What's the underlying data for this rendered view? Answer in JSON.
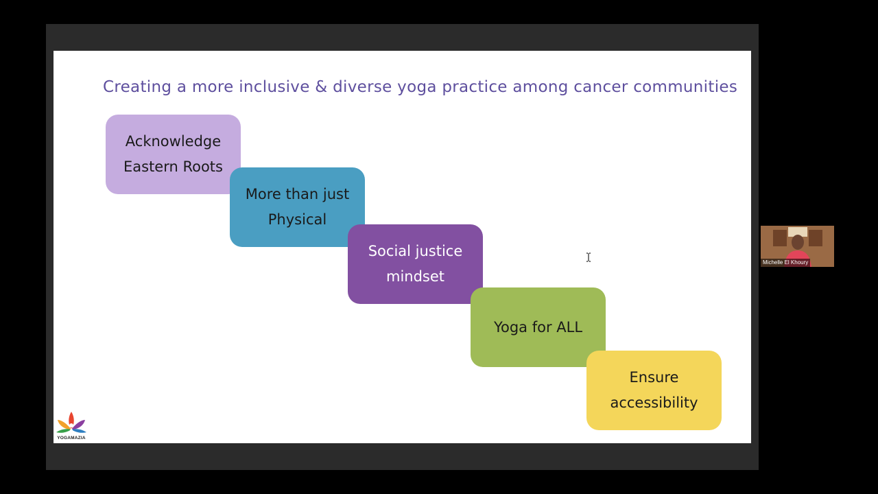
{
  "slide": {
    "title": "Creating a more inclusive & diverse yoga practice among cancer communities",
    "steps": [
      {
        "line1": "Acknowledge",
        "line2": "Eastern Roots",
        "color": "#c5acdf"
      },
      {
        "line1": "More than just",
        "line2": "Physical",
        "color": "#4a9ec2"
      },
      {
        "line1": "Social justice",
        "line2": "mindset",
        "color": "#8250a1"
      },
      {
        "line1": "Yoga for ALL",
        "line2": "",
        "color": "#9fbb57"
      },
      {
        "line1": "Ensure",
        "line2": "accessibility",
        "color": "#f4d65a"
      }
    ],
    "logo_text": "YOGAMAZIA",
    "title_color": "#5e4f9e"
  },
  "participant": {
    "name": "Michelle El Khoury"
  },
  "icons": {
    "cursor": "text-cursor-icon",
    "logo": "lotus-logo-icon"
  }
}
